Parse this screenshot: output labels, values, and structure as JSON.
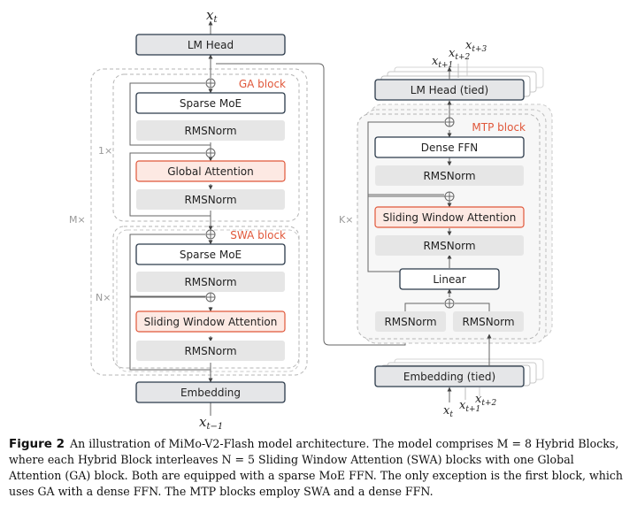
{
  "left": {
    "output": "x",
    "output_sub": "t",
    "input": "x",
    "input_sub": "t−1",
    "lm_head": "LM Head",
    "embedding": "Embedding",
    "outer_repeat": "M×",
    "ga_repeat": "1×",
    "swa_repeat": "N×",
    "ga_block": {
      "title": "GA block",
      "moe": "Sparse MoE",
      "norm_top": "RMSNorm",
      "attention": "Global Attention",
      "norm_bottom": "RMSNorm"
    },
    "swa_block": {
      "title": "SWA block",
      "moe": "Sparse MoE",
      "norm_top": "RMSNorm",
      "attention": "Sliding Window Attention",
      "norm_bottom": "RMSNorm"
    }
  },
  "right": {
    "outputs": [
      {
        "base": "x",
        "sub": "t+1"
      },
      {
        "base": "x",
        "sub": "t+2"
      },
      {
        "base": "x",
        "sub": "t+3"
      }
    ],
    "inputs": [
      {
        "base": "x",
        "sub": "t"
      },
      {
        "base": "x",
        "sub": "t+1"
      },
      {
        "base": "x",
        "sub": "t+2"
      }
    ],
    "lm_head": "LM Head (tied)",
    "embedding": "Embedding (tied)",
    "repeat": "K×",
    "mtp": {
      "title": "MTP block",
      "ffn": "Dense FFN",
      "norm_top": "RMSNorm",
      "attention": "Sliding Window Attention",
      "norm_mid": "RMSNorm",
      "linear": "Linear",
      "norm_left": "RMSNorm",
      "norm_right": "RMSNorm"
    }
  },
  "caption": {
    "label": "Figure 2",
    "text": "An illustration of MiMo-V2-Flash model architecture. The model comprises M = 8 Hybrid Blocks, where each Hybrid Block interleaves N = 5 Sliding Window Attention (SWA) blocks with one Global Attention (GA) block. Both are equipped with a sparse MoE FFN. The only exception is the first block, which uses GA with a dense FFN. The MTP blocks employ SWA and a dense FFN."
  },
  "colors": {
    "box_stroke": "#2b3a4a",
    "gray_fill": "#e6e6e6",
    "head_fill": "#e5e6e8",
    "attention_fill": "#fde9e3",
    "attention_stroke": "#e0573a",
    "dashed": "#b5b5b5"
  }
}
